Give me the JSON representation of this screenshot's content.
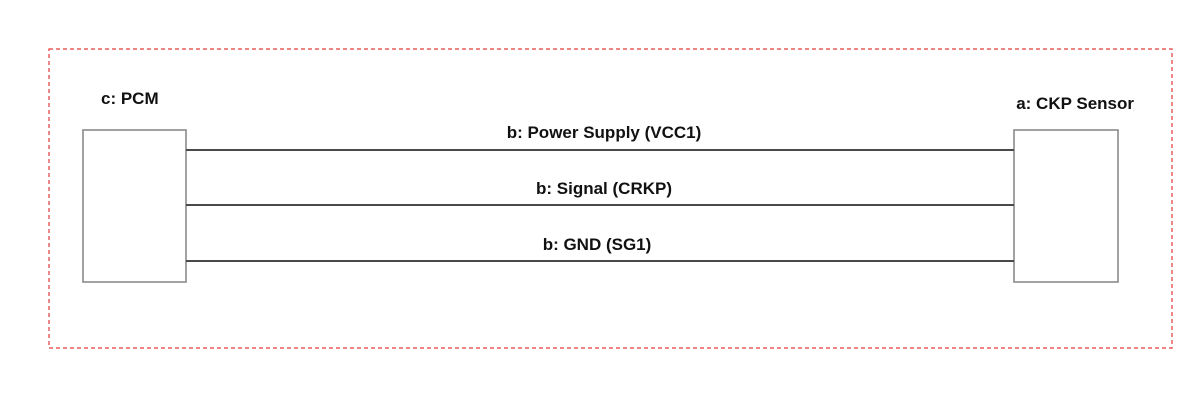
{
  "diagram": {
    "pcm_label": "c: PCM",
    "sensor_label": "a: CKP Sensor",
    "wires": {
      "power": "b: Power Supply (VCC1)",
      "signal": "b: Signal (CRKP)",
      "ground": "b: GND (SG1)"
    },
    "colors": {
      "boundary": "#e43a3a",
      "component_stroke": "#8a8a8a",
      "wire": "#4a4a4a",
      "text": "#111111"
    }
  }
}
